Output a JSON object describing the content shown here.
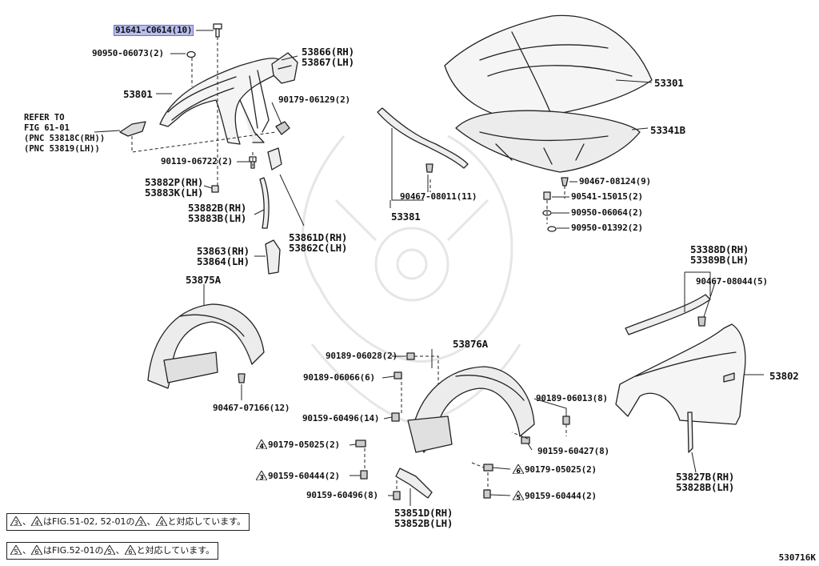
{
  "diagram": {
    "code": "530716K",
    "labels": {
      "p91641": "91641-C0614(10)",
      "p90950_06073": "90950-06073(2)",
      "p53801": "53801",
      "p53866": "53866(RH)",
      "p53867": "53867(LH)",
      "p90179_06129": "90179-06129(2)",
      "p90119_06722": "90119-06722(2)",
      "p53882p": "53882P(RH)",
      "p53883k": "53883K(LH)",
      "p53882b": "53882B(RH)",
      "p53883b": "53883B(LH)",
      "p53861d": "53861D(RH)",
      "p53862c": "53862C(LH)",
      "p53863": "53863(RH)",
      "p53864": "53864(LH)",
      "p53875a": "53875A",
      "p90467_07166": "90467-07166(12)",
      "p53301": "53301",
      "p53341b": "53341B",
      "p90467_08124": "90467-08124(9)",
      "p90541_15015": "90541-15015(2)",
      "p90950_06064": "90950-06064(2)",
      "p90950_01392": "90950-01392(2)",
      "p90467_08011": "90467-08011(11)",
      "p53381": "53381",
      "p53388d": "53388D(RH)",
      "p53389b": "53389B(LH)",
      "p90467_08044": "90467-08044(5)",
      "p53802": "53802",
      "p53827b": "53827B(RH)",
      "p53828b": "53828B(LH)",
      "p53876a": "53876A",
      "p90189_06028": "90189-06028(2)",
      "p90189_06066": "90189-06066(6)",
      "p90159_60496_14": "90159-60496(14)",
      "p90179_05025_a": "90179-05025(2)",
      "p90159_60444_a": "90159-60444(2)",
      "p90159_60496_8": "90159-60496(8)",
      "p53851d": "53851D(RH)",
      "p53852b": "53852B(LH)",
      "p90189_06013": "90189-06013(8)",
      "p90159_60427": "90159-60427(8)",
      "p90179_05025_b": "90179-05025(2)",
      "p90159_60444_b": "90159-60444(2)"
    },
    "refer": {
      "line1": "REFER TO",
      "line2": "FIG 61-01",
      "line3": "(PNC 53818C(RH))",
      "line4": "(PNC 53819(LH))"
    },
    "triangles": {
      "t3": "3",
      "t4": "4",
      "t5": "5",
      "t6": "6"
    },
    "notes": {
      "note1_sep": "、",
      "note1_text": "はFIG.51-02, 52-01の",
      "note1_tail": "と対応しています。",
      "note2_sep": "、",
      "note2_text": "はFIG.52-01の",
      "note2_tail": "と対応しています。"
    },
    "colors": {
      "line": "#222222",
      "highlight": "#b9bdf0",
      "watermark": "#e6e6e6"
    }
  }
}
